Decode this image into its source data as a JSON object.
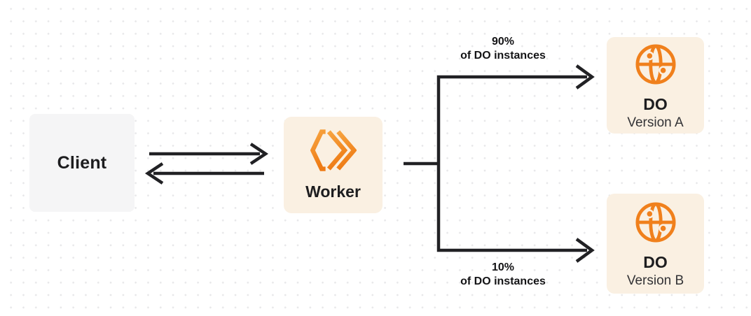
{
  "diagram": {
    "client": {
      "label": "Client"
    },
    "worker": {
      "label": "Worker"
    },
    "branch_top": {
      "percent": "90%",
      "caption": "of DO instances"
    },
    "branch_bottom": {
      "percent": "10%",
      "caption": "of DO instances"
    },
    "do_version_a": {
      "title": "DO",
      "subtitle": "Version A"
    },
    "do_version_b": {
      "title": "DO",
      "subtitle": "Version B"
    }
  },
  "icons": {
    "worker": "cloudflare-workers-logo-icon",
    "durable_object": "globe-icon"
  },
  "colors": {
    "background": "#ffffff",
    "dot_grid": "#e7e7e9",
    "client_box_bg": "#f5f5f6",
    "warm_box_bg": "#faf0e2",
    "orange": "#f0801c",
    "orange_gradient_light": "#f7a440",
    "orange_gradient_deep": "#ee7b15",
    "wire": "#212124",
    "text_primary": "#1d1d1f",
    "text_secondary": "#333336"
  }
}
